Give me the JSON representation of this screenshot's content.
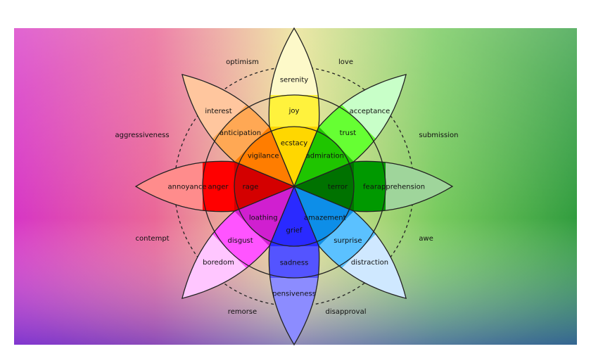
{
  "wheel": {
    "petals": [
      {
        "id": "joy",
        "outer": "serenity",
        "middle": "joy",
        "inner": "ecstacy",
        "colors": [
          "#fdf9c9",
          "#fff23d",
          "#ffd700"
        ]
      },
      {
        "id": "trust",
        "outer": "acceptance",
        "middle": "trust",
        "inner": "admiration",
        "colors": [
          "#c8ffc8",
          "#66ff33",
          "#1fc500"
        ]
      },
      {
        "id": "fear",
        "outer": "apprehension",
        "middle": "fear",
        "inner": "terror",
        "colors": [
          "#9fd59b",
          "#009900",
          "#007200"
        ]
      },
      {
        "id": "surprise",
        "outer": "distraction",
        "middle": "surprise",
        "inner": "amazement",
        "colors": [
          "#cfe8ff",
          "#5bc1ff",
          "#0d8ee8"
        ]
      },
      {
        "id": "sadness",
        "outer": "pensiveness",
        "middle": "sadness",
        "inner": "grief",
        "colors": [
          "#8c8cff",
          "#5454ff",
          "#2a2aff"
        ]
      },
      {
        "id": "disgust",
        "outer": "boredom",
        "middle": "disgust",
        "inner": "loathing",
        "colors": [
          "#ffc6ff",
          "#ff54ff",
          "#d01fd0"
        ]
      },
      {
        "id": "anger",
        "outer": "annoyance",
        "middle": "anger",
        "inner": "rage",
        "colors": [
          "#ff8c8c",
          "#ff0000",
          "#d40000"
        ]
      },
      {
        "id": "anticipation",
        "outer": "interest",
        "middle": "anticipation",
        "inner": "vigilance",
        "colors": [
          "#ffc69e",
          "#ffa854",
          "#ff7d00"
        ]
      }
    ],
    "dyads": [
      "love",
      "submission",
      "awe",
      "disapproval",
      "remorse",
      "contempt",
      "aggressiveness",
      "optimism"
    ]
  }
}
